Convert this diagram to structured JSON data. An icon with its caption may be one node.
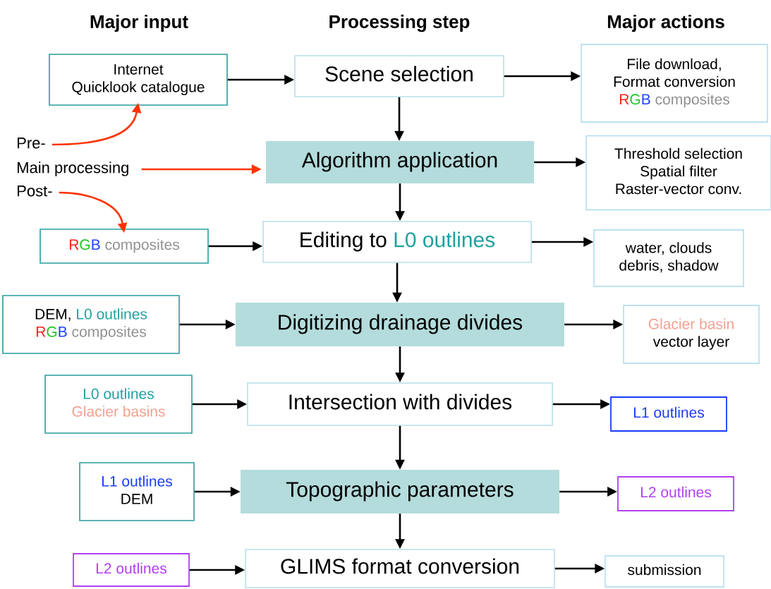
{
  "diagram": {
    "nodes": [
      {
        "text": [
          "Internet",
          "Quicklook catalogue"
        ]
      },
      {
        "text": [
          "Scene selection"
        ]
      },
      {
        "text": [
          "File download,",
          "Format conversion",
          "R",
          "G",
          "B",
          "composites"
        ]
      },
      {
        "text": [
          "Pre-"
        ]
      },
      {
        "text": [
          "Main processing"
        ]
      },
      {
        "text": [
          "Post-"
        ]
      },
      {
        "text": [
          "Algorithm application"
        ]
      },
      {
        "text": [
          "Threshold selection",
          "Spatial filter",
          "Raster-vector conv."
        ]
      },
      {
        "text": [
          "R",
          "G",
          "B",
          "composites"
        ]
      },
      {
        "text": [
          "Editing to",
          "L0 outlines"
        ]
      },
      {
        "text": [
          "water, clouds",
          "debris, shadow"
        ]
      },
      {
        "text": [
          "DEM,",
          "L0 outlines",
          "R",
          "G",
          "B",
          "composites"
        ]
      },
      {
        "text": [
          "Digitizing drainage divides"
        ]
      },
      {
        "text": [
          "Glacier basin",
          "vector layer"
        ]
      },
      {
        "text": [
          "L0 outlines",
          "Glacier basins"
        ]
      },
      {
        "text": [
          "Intersection with divides"
        ]
      },
      {
        "text": [
          "L1 outlines"
        ]
      },
      {
        "text": [
          "L1 outlines",
          "DEM"
        ]
      },
      {
        "text": [
          "Topographic parameters"
        ]
      },
      {
        "text": [
          "L2 outlines"
        ]
      },
      {
        "text": [
          "L2 outlines"
        ]
      },
      {
        "text": [
          "GLIMS format conversion"
        ]
      },
      {
        "text": [
          "submission"
        ]
      }
    ],
    "edges": [
      {
        "from": 0,
        "to": 1,
        "arrow": "to"
      },
      {
        "from": 1,
        "to": 2,
        "arrow": "to"
      },
      {
        "from": 1,
        "to": 6,
        "arrow": "to"
      },
      {
        "from": 3,
        "to": 0,
        "arrow": "to",
        "color": "#ff3300"
      },
      {
        "from": 4,
        "to": 6,
        "arrow": "to",
        "color": "#ff3300"
      },
      {
        "from": 5,
        "to": 8,
        "arrow": "to",
        "color": "#ff3300"
      },
      {
        "from": 6,
        "to": 7,
        "arrow": "to"
      },
      {
        "from": 6,
        "to": 9,
        "arrow": "to"
      },
      {
        "from": 8,
        "to": 9,
        "arrow": "to"
      },
      {
        "from": 9,
        "to": 10,
        "arrow": "to"
      },
      {
        "from": 9,
        "to": 12,
        "arrow": "to"
      },
      {
        "from": 11,
        "to": 12,
        "arrow": "to"
      },
      {
        "from": 12,
        "to": 13,
        "arrow": "to"
      },
      {
        "from": 12,
        "to": 15,
        "arrow": "to"
      },
      {
        "from": 14,
        "to": 15,
        "arrow": "to"
      },
      {
        "from": 15,
        "to": 16,
        "arrow": "to"
      },
      {
        "from": 15,
        "to": 18,
        "arrow": "to"
      },
      {
        "from": 17,
        "to": 18,
        "arrow": "to"
      },
      {
        "from": 18,
        "to": 19,
        "arrow": "to"
      },
      {
        "from": 18,
        "to": 21,
        "arrow": "to"
      },
      {
        "from": 20,
        "to": 21,
        "arrow": "to"
      },
      {
        "from": 21,
        "to": 22,
        "arrow": "to"
      }
    ],
    "labels": [
      "Major input",
      "Processing step",
      "Major actions"
    ]
  }
}
